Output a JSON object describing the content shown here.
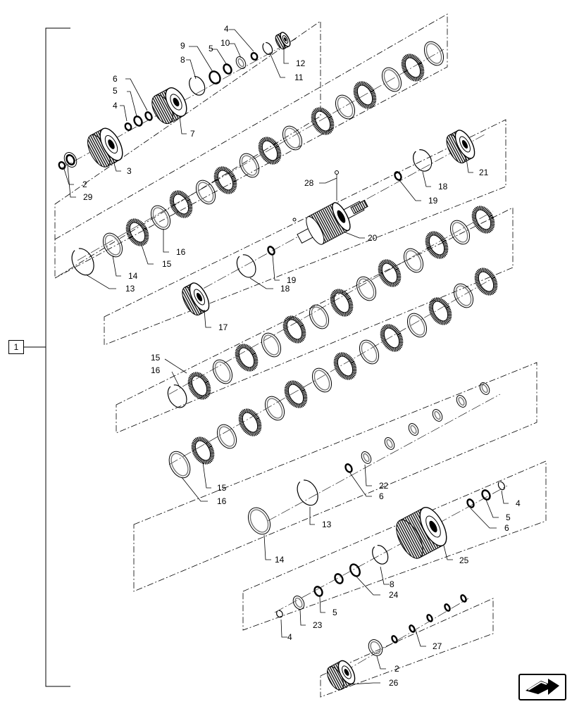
{
  "assembly_label": "1",
  "nav_icon": "next-page-arrow-icon",
  "callouts": [
    {
      "id": "c2a",
      "text": "2"
    },
    {
      "id": "c29",
      "text": "29"
    },
    {
      "id": "c3",
      "text": "3"
    },
    {
      "id": "c4a",
      "text": "4"
    },
    {
      "id": "c5a",
      "text": "5"
    },
    {
      "id": "c6a",
      "text": "6"
    },
    {
      "id": "c7",
      "text": "7"
    },
    {
      "id": "c8a",
      "text": "8"
    },
    {
      "id": "c9",
      "text": "9"
    },
    {
      "id": "c5b",
      "text": "5"
    },
    {
      "id": "c10",
      "text": "10"
    },
    {
      "id": "c4b",
      "text": "4"
    },
    {
      "id": "c12",
      "text": "12"
    },
    {
      "id": "c11",
      "text": "11"
    },
    {
      "id": "c28",
      "text": "28"
    },
    {
      "id": "c18a",
      "text": "18"
    },
    {
      "id": "c19a",
      "text": "19"
    },
    {
      "id": "c21",
      "text": "21"
    },
    {
      "id": "c20",
      "text": "20"
    },
    {
      "id": "c16a",
      "text": "16"
    },
    {
      "id": "c15a",
      "text": "15"
    },
    {
      "id": "c14a",
      "text": "14"
    },
    {
      "id": "c13a",
      "text": "13"
    },
    {
      "id": "c19b",
      "text": "19"
    },
    {
      "id": "c18b",
      "text": "18"
    },
    {
      "id": "c17",
      "text": "17"
    },
    {
      "id": "c15b",
      "text": "15"
    },
    {
      "id": "c16b",
      "text": "16"
    },
    {
      "id": "c15c",
      "text": "15"
    },
    {
      "id": "c16c",
      "text": "16"
    },
    {
      "id": "c22",
      "text": "22"
    },
    {
      "id": "c6b",
      "text": "6"
    },
    {
      "id": "c13b",
      "text": "13"
    },
    {
      "id": "c14b",
      "text": "14"
    },
    {
      "id": "c4c",
      "text": "4"
    },
    {
      "id": "c5c",
      "text": "5"
    },
    {
      "id": "c6c",
      "text": "6"
    },
    {
      "id": "c25",
      "text": "25"
    },
    {
      "id": "c8b",
      "text": "8"
    },
    {
      "id": "c24",
      "text": "24"
    },
    {
      "id": "c5d",
      "text": "5"
    },
    {
      "id": "c23",
      "text": "23"
    },
    {
      "id": "c4d",
      "text": "4"
    },
    {
      "id": "c27",
      "text": "27"
    },
    {
      "id": "c2b",
      "text": "2"
    },
    {
      "id": "c26",
      "text": "26"
    }
  ]
}
